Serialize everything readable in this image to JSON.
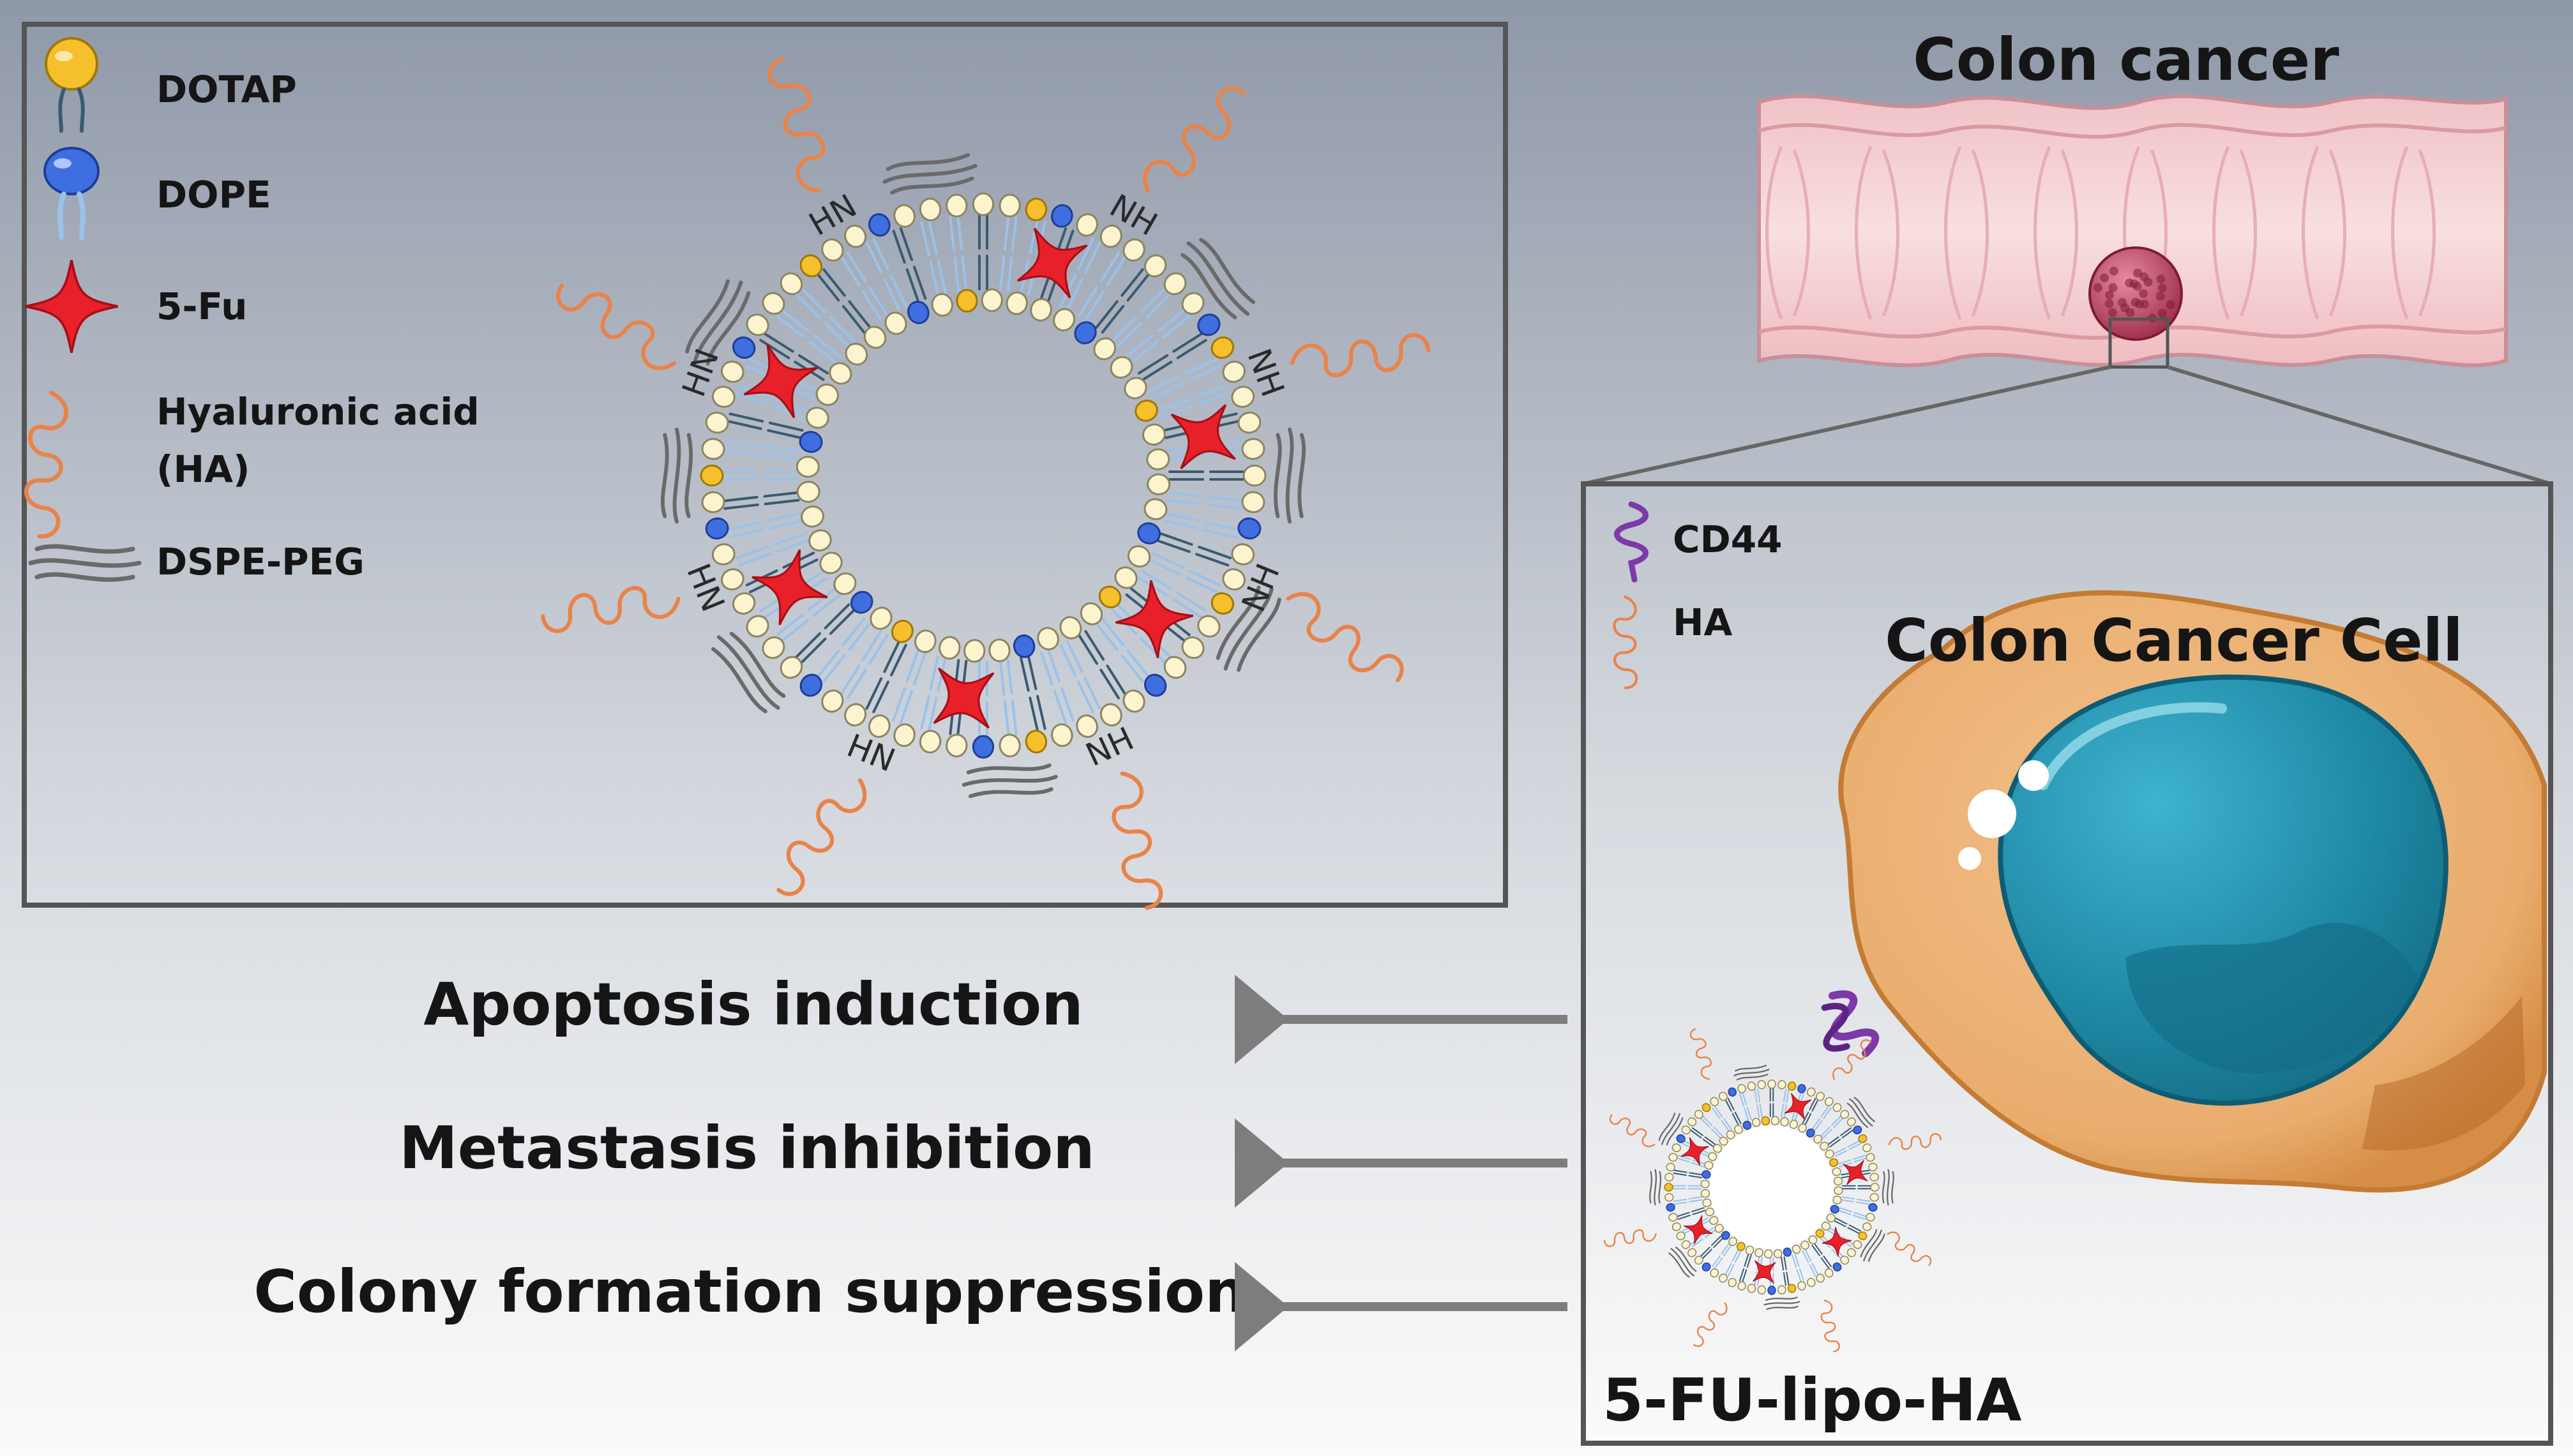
{
  "legend": {
    "items": [
      {
        "label": "DOTAP",
        "icon": "dotap-lipid-icon",
        "color": "#f5c02c"
      },
      {
        "label": "DOPE",
        "icon": "dope-lipid-icon",
        "color": "#3e6ee0"
      },
      {
        "label": "5-Fu",
        "icon": "star-icon",
        "color": "#e8202a"
      },
      {
        "label": "Hyaluronic acid",
        "label2": "(HA)",
        "icon": "ha-chain-icon",
        "color": "#e9834a"
      },
      {
        "label": "DSPE-PEG",
        "icon": "peg-chain-icon",
        "color": "#6a6a6a"
      }
    ]
  },
  "linker": {
    "nh": "NH",
    "hn": "HN"
  },
  "colon": {
    "title": "Colon cancer"
  },
  "cell_panel": {
    "cd44_label": "CD44",
    "ha_label": "HA",
    "cell_label": "Colon Cancer Cell",
    "nanoparticle_label": "5-FU-lipo-HA"
  },
  "effects": [
    "Apoptosis induction",
    "Metastasis inhibition",
    "Colony formation suppression"
  ],
  "colors": {
    "background_top": "#8f98a8",
    "background_bottom": "#fbfbfb",
    "tissue": "#f6d6d6",
    "tumor": "#c24a63",
    "cytoplasm": "#eeb479",
    "nucleus": "#1f8aa6",
    "cd44": "#7b3aa8"
  }
}
